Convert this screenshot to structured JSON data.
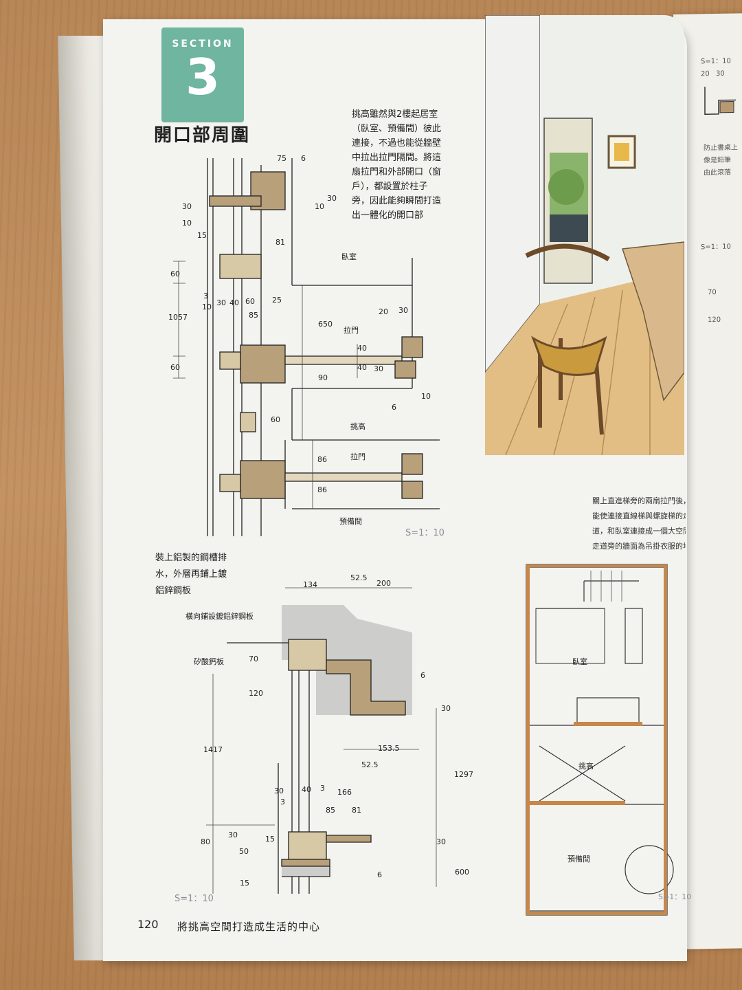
{
  "section": {
    "label": "SECTION",
    "number": "3",
    "title": "開口部周圍"
  },
  "intro_text": [
    "挑高雖然與2樓起居室",
    "（臥室、預備間）彼此",
    "連接，不過也能從牆壁",
    "中拉出拉門隔間。將這",
    "扇拉門和外部開口（窗",
    "戶），都設置於柱子",
    "旁，因此能夠瞬間打造",
    "出一體化的開口部"
  ],
  "right_caption": [
    "關上直進梯旁的兩扇拉門後，就",
    "能使連接直線梯與螺旋梯的走",
    "道，和臥室連接成一個大空間。",
    "走道旁的牆面為吊掛衣服的地方"
  ],
  "upper_drawing": {
    "rooms": {
      "bedroom": "臥室",
      "sliding_door_1": "拉門",
      "void": "挑高",
      "sliding_door_2": "拉門",
      "spare_room": "預備間"
    },
    "dims": {
      "d75": "75",
      "d6a": "6",
      "d30a": "30",
      "d10a": "10",
      "d10b": "10",
      "d30b": "30",
      "d15": "15",
      "d81": "81",
      "d60a": "60",
      "d1057": "1057",
      "d60b": "60",
      "d3": "3",
      "d10c": "10",
      "d30c": "30",
      "d40": "40",
      "d60c": "60",
      "d25": "25",
      "d85": "85",
      "d650": "650",
      "d20": "20",
      "d30d": "30",
      "d40b": "40",
      "d40c": "40",
      "d30e": "30",
      "d10d": "10",
      "d6b": "6",
      "d90": "90",
      "d60d": "60",
      "d86a": "86",
      "d86b": "86"
    },
    "scale": "S=1：10"
  },
  "lower_drawing": {
    "note": [
      "裝上鋁製的鋼槽排",
      "水，外層再鋪上鍍",
      "鋁鋅鋼板"
    ],
    "labels": {
      "steel_sheet": "橫向鋪設鍍鋁鋅鋼板",
      "calcium_board": "矽酸鈣板"
    },
    "dims": {
      "d134": "134",
      "d52a": "52.5",
      "d200": "200",
      "d70": "70",
      "d120": "120",
      "d6": "6",
      "d1417": "1417",
      "d30a": "30",
      "d153": "153.5",
      "d52b": "52.5",
      "d1297": "1297",
      "d30b": "30",
      "d40": "40",
      "d3a": "3",
      "d166": "166",
      "d3b": "3",
      "d85": "85",
      "d81": "81",
      "d80": "80",
      "d30c": "30",
      "d50": "50",
      "d15a": "15",
      "d30d": "30",
      "d600": "600",
      "d15b": "15",
      "d6b": "6"
    },
    "scale": "S=1：10"
  },
  "floor_plan": {
    "bedroom": "臥室",
    "void": "挑高",
    "spare_room": "預備間",
    "scale": "S=1：10"
  },
  "right_page": {
    "scale_a": "S=1：10",
    "scale_b": "S=1：10",
    "dim_a": "20",
    "dim_b": "30",
    "dim_c": "70",
    "dim_d": "120",
    "text_a": "防止書桌上",
    "text_b": "像是鉛筆",
    "text_c": "由此滾落"
  },
  "footer": {
    "page_number": "120",
    "running_title": "將挑高空間打造成生活的中心"
  }
}
